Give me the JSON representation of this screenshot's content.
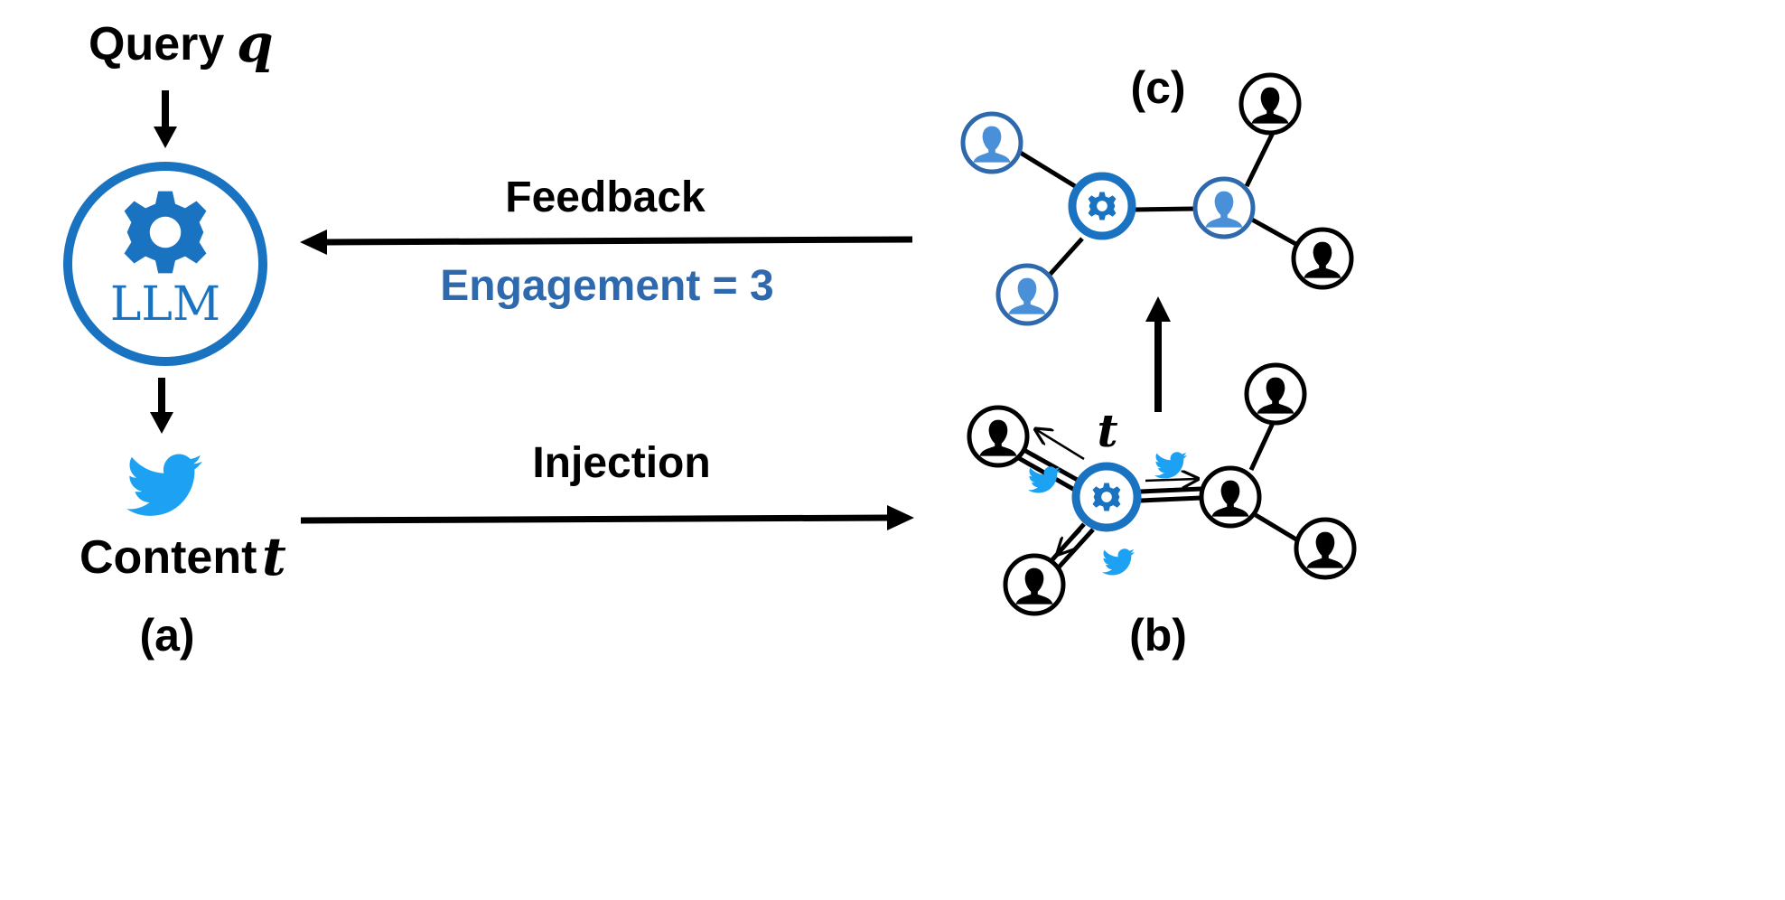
{
  "labels": {
    "query": "Query",
    "query_var": "q",
    "llm": "LLM",
    "content": "Content",
    "content_var": "t",
    "panel_a": "(a)",
    "panel_b": "(b)",
    "panel_c": "(c)",
    "feedback": "Feedback",
    "engagement": "Engagement = 3",
    "injection": "Injection",
    "post_var": "t"
  },
  "colors": {
    "llm_blue": "#1a73c0",
    "engaged_blue": "#4a90d9",
    "engagement_text": "#2e69ad",
    "bird_blue": "#1da1f2",
    "ink": "#000000"
  },
  "icons": {
    "llm": "gear-icon",
    "content": "bird-icon",
    "user": "user-icon"
  }
}
